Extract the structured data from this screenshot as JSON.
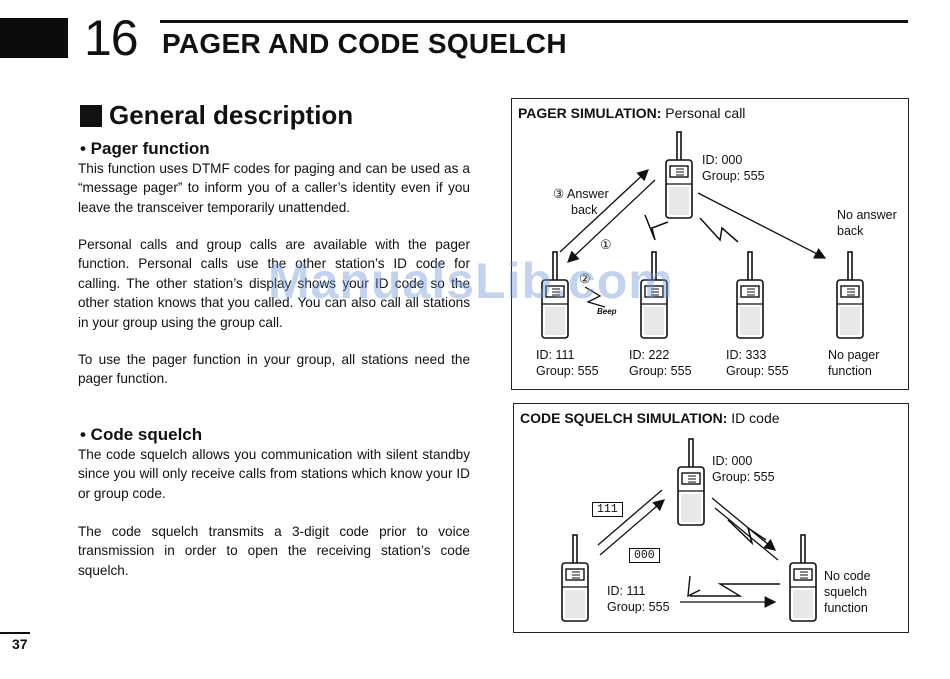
{
  "header": {
    "chapter_number": "16",
    "chapter_title": "PAGER AND CODE SQUELCH"
  },
  "section": {
    "title": "General description",
    "pager": {
      "heading": "• Pager function",
      "p1": "This function uses DTMF codes for paging and can be used as a “message pager” to inform you of a caller’s identity even if you leave the transceiver temporarily unattended.",
      "p2": "Personal calls and group calls are available with the pager function. Personal calls use the other station’s ID code for calling. The other station’s display shows your ID code so the other station knows that you called. You can also call all stations in your group using the group call.",
      "p3": "To use the pager function in your group, all stations need the pager function."
    },
    "squelch": {
      "heading": "• Code squelch",
      "p1": "The code squelch allows you communication with silent standby since you will only receive calls from stations which know your ID or group code.",
      "p2": "The code squelch transmits a 3-digit code prior to voice transmission in order to open the receiving station’s code squelch."
    }
  },
  "watermark": "ManualsLib.com",
  "pager_sim": {
    "title_bold": "PAGER SIMULATION:",
    "title_rest": " Personal call",
    "top_id": "ID: 000",
    "top_group": "Group: 555",
    "answer_marker": "③ Answer",
    "answer_back": "back",
    "marker1": "①",
    "marker2": "②",
    "beep": "Beep",
    "no_answer": "No answer",
    "no_answer_back": "back",
    "stations": [
      {
        "line1": "ID: 111",
        "line2": "Group: 555"
      },
      {
        "line1": "ID: 222",
        "line2": "Group: 555"
      },
      {
        "line1": "ID: 333",
        "line2": "Group: 555"
      },
      {
        "line1": "No pager",
        "line2": "function"
      }
    ]
  },
  "squelch_sim": {
    "title_bold": "CODE SQUELCH SIMULATION:",
    "title_rest": " ID code",
    "top_id": "ID: 000",
    "top_group": "Group: 555",
    "code_111": "111",
    "code_000": "000",
    "left_id": "ID: 111",
    "left_group": "Group: 555",
    "right_l1": "No code",
    "right_l2": "squelch",
    "right_l3": "function"
  },
  "page_number": "37"
}
